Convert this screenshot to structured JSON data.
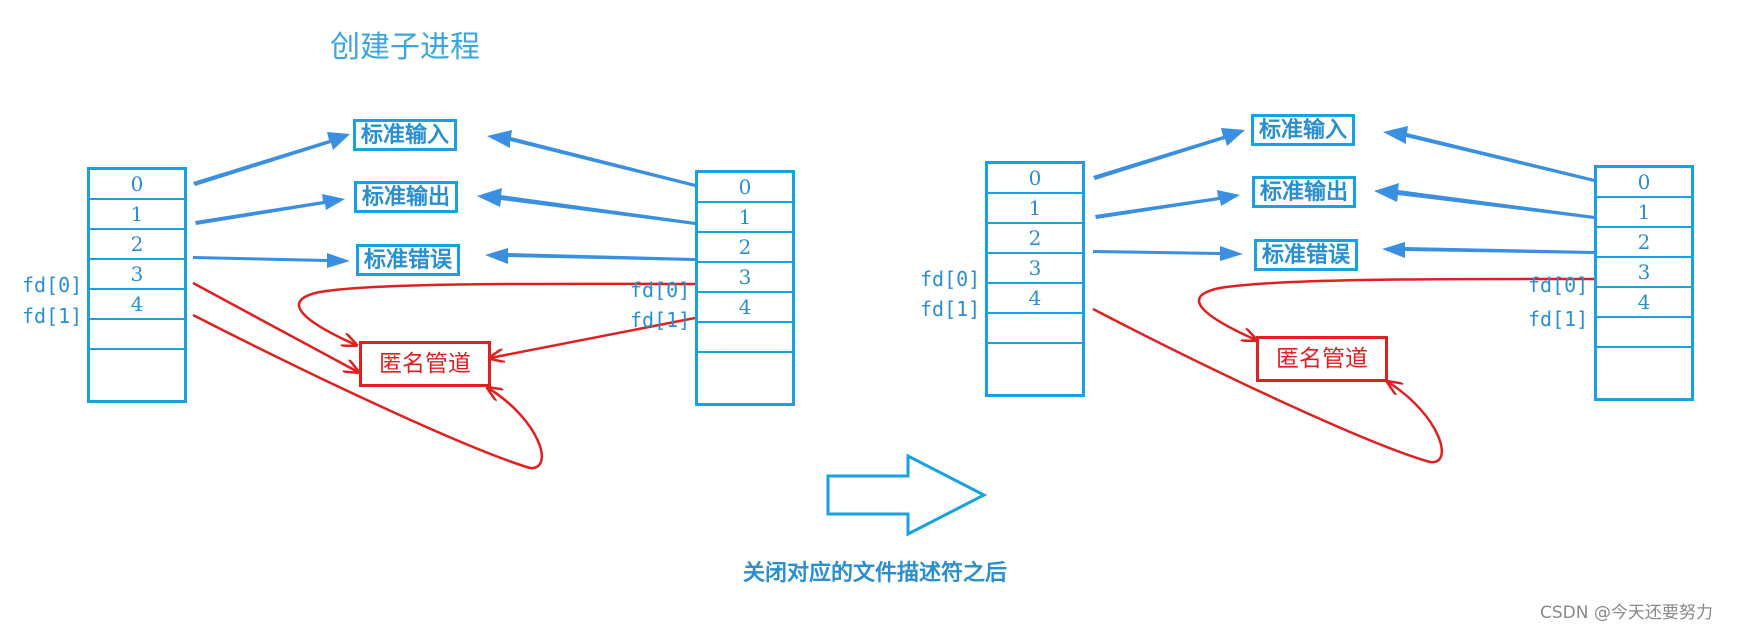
{
  "title": "创建子进程",
  "caption": "关闭对应的文件描述符之后",
  "watermark": "CSDN @今天还要努力",
  "std_labels": {
    "stdin": "标准输入",
    "stdout": "标准输出",
    "stderr": "标准错误"
  },
  "pipe_label": "匿名管道",
  "fd_labels": {
    "fd0": "fd[0]",
    "fd1": "fd[1]"
  },
  "table_cells": [
    "0",
    "1",
    "2",
    "3",
    "4",
    "",
    ""
  ],
  "colors": {
    "blue": "#1aa1e0",
    "arrow_blue": "#3a8fe0",
    "red": "#e02020"
  }
}
